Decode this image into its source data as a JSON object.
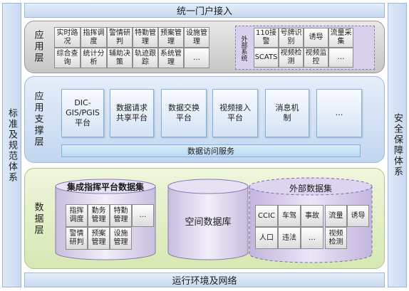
{
  "top_bar": "统一门户接入",
  "bottom_bar": "运行环境及网络",
  "left_side": "标准及规范体系",
  "right_side": "安全保障体系",
  "app_layer": {
    "title": "应用层",
    "cells": [
      [
        "实时路况",
        "指挥调度",
        "警情研判",
        "特勤管理",
        "预案管理",
        "设施管理"
      ],
      [
        "综合查询",
        "统计分析",
        "辅助决策",
        "轨迹跟踪",
        "系统管理",
        "…"
      ]
    ],
    "external": {
      "label": "外部系统",
      "cells": [
        [
          "110接警",
          "号牌识别",
          "诱导",
          "流量采集"
        ],
        [
          "SCATS",
          "视频检测",
          "视频监控",
          "…"
        ]
      ]
    }
  },
  "support_layer": {
    "title": "应用支撑层",
    "platforms": [
      "DIC-GIS/PGIS平台",
      "数据请求共享平台",
      "数据交换平台",
      "视频接入平台",
      "消息机制",
      "…"
    ],
    "service": "数据访问服务"
  },
  "data_layer": {
    "title": "数据层",
    "db1": {
      "title": "集成指挥平台数据集",
      "cells": [
        [
          "指挥调度",
          "勤务管理",
          "特勤管理",
          "…"
        ],
        [
          "警情研判",
          "预案管理",
          "设施管理"
        ]
      ]
    },
    "db2": {
      "title": "空间数据库"
    },
    "db3": {
      "title": "外部数据集",
      "cells": [
        [
          "CCIC",
          "车驾",
          "事故",
          "流量",
          "诱导"
        ],
        [
          "人口",
          "违法",
          "…",
          "视频检测"
        ]
      ]
    }
  }
}
